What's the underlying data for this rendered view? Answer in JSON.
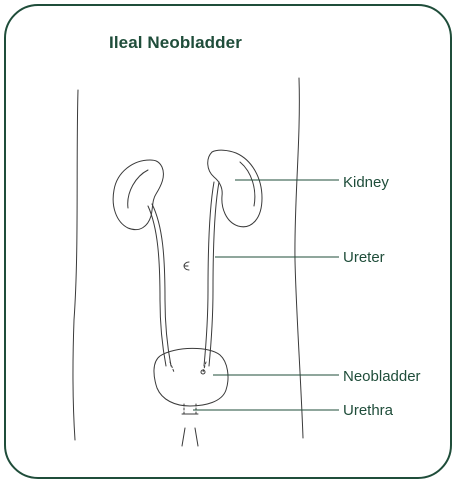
{
  "figure": {
    "title": "Ileal Neobladder",
    "labels": {
      "kidney": "Kidney",
      "ureter": "Ureter",
      "neobladder": "Neobladder",
      "urethra": "Urethra"
    }
  },
  "colors": {
    "accent": "#1f4d3a",
    "line": "#3a3a3a"
  }
}
